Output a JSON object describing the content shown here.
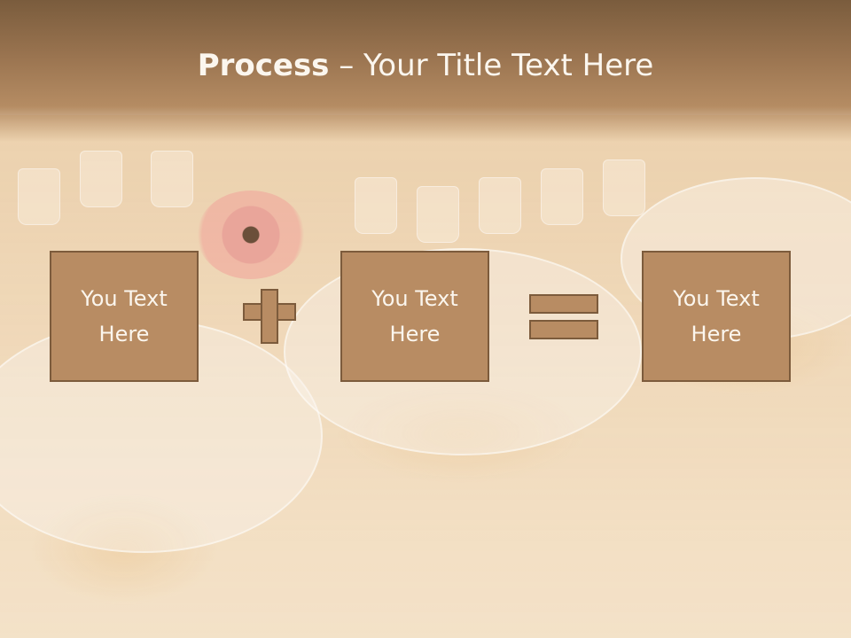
{
  "slide": {
    "title_strong": "Process",
    "title_rest": " – Your Title Text Here",
    "boxes": [
      "You Text\nHere",
      "You Text\nHere",
      "You Text\nHere"
    ],
    "operators": [
      "plus-icon",
      "equals-icon"
    ]
  },
  "colors": {
    "header_dark": "#7a5c3d",
    "box_fill": "#b88c63",
    "box_border": "#7c5b3c",
    "text_light": "#fbf6ee"
  }
}
